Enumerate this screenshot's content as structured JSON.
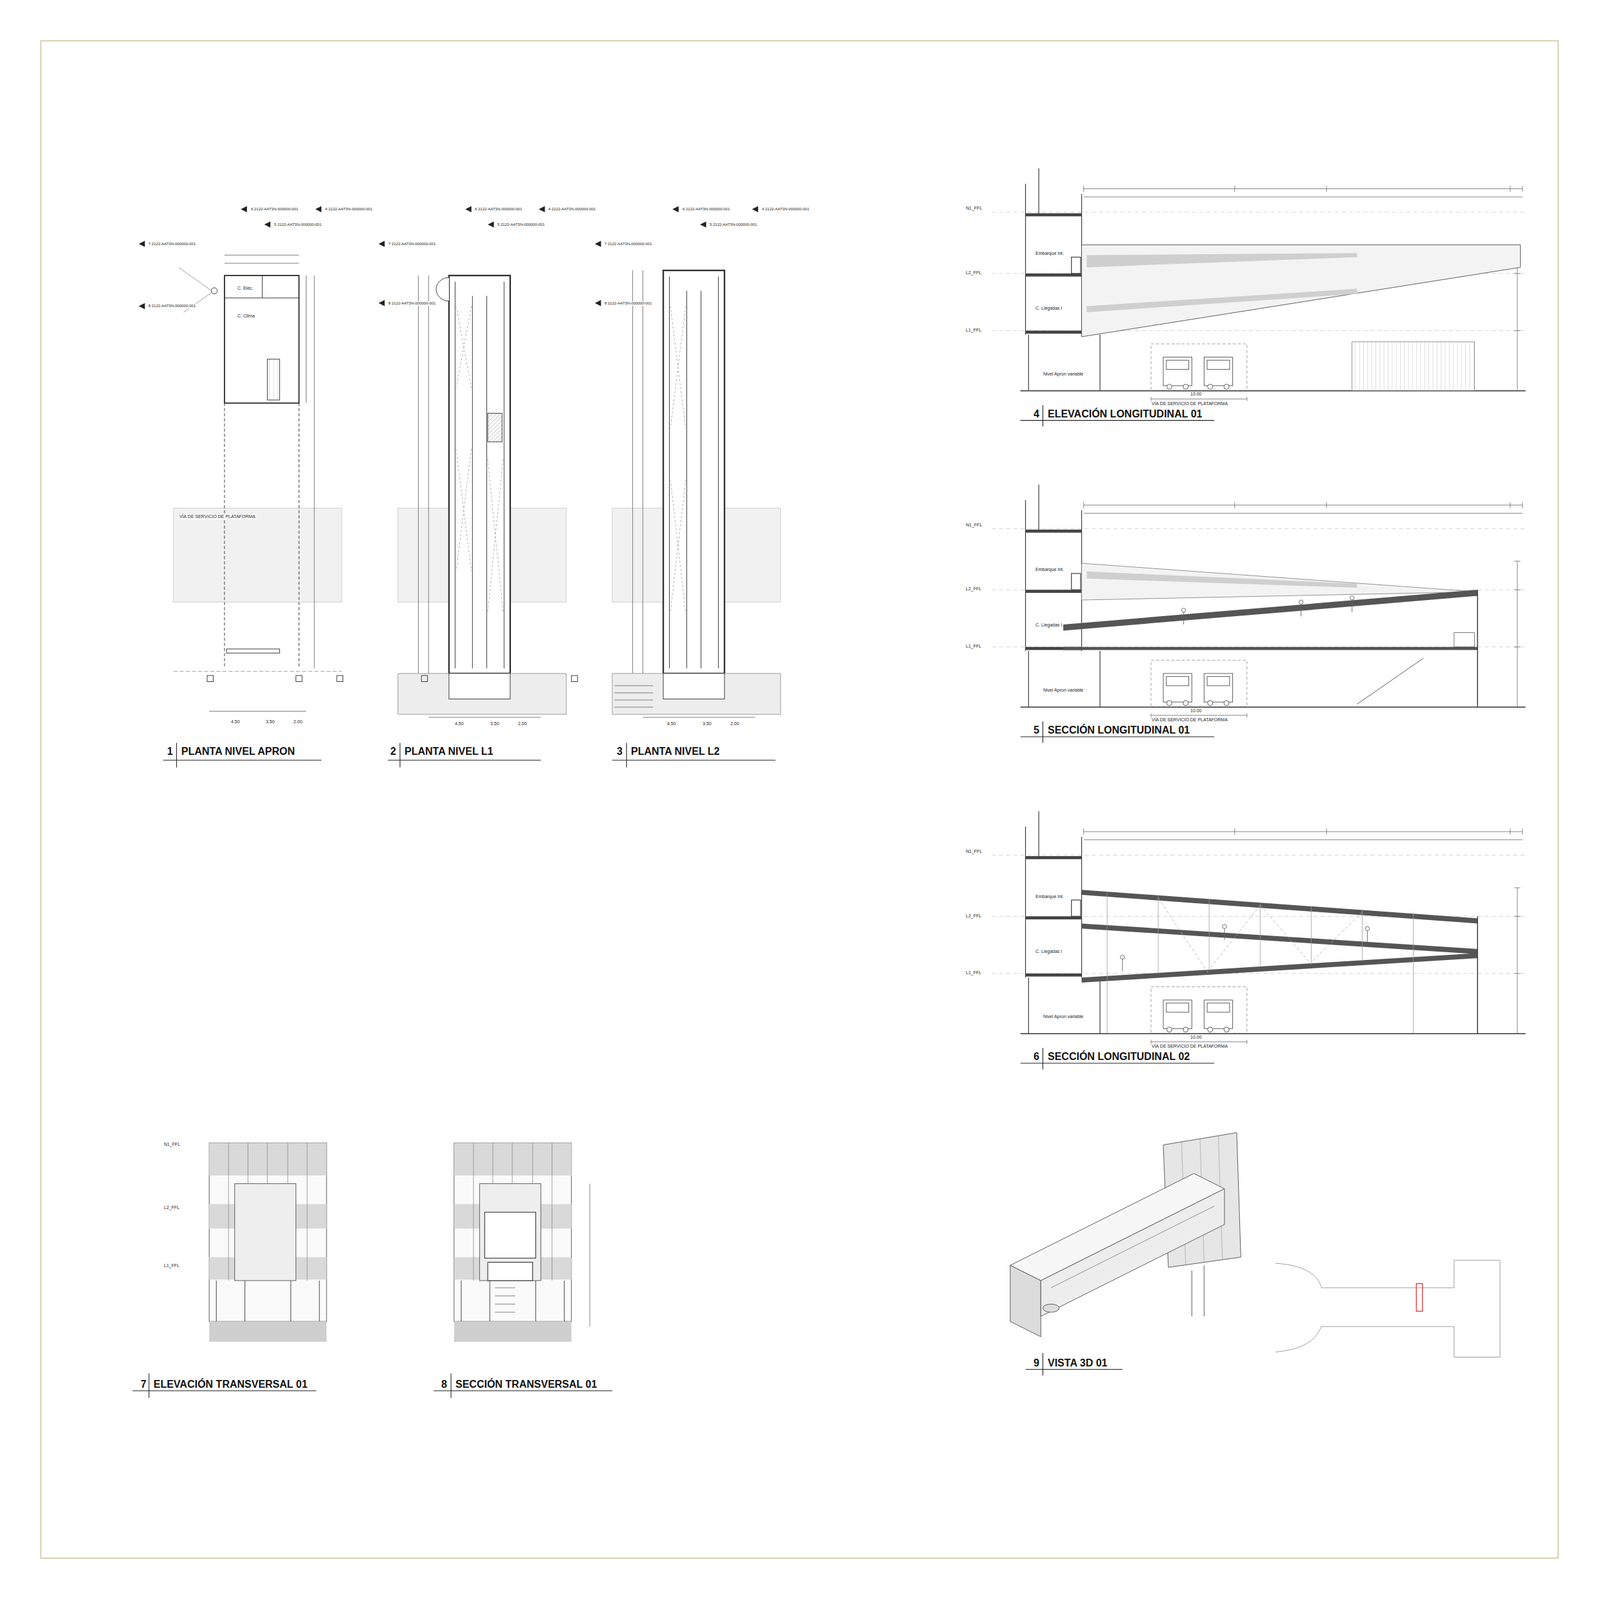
{
  "diagram": {
    "labels": [
      "6 2122-AAT3N-000000-001",
      "4 2122-AAT3N-000000-001",
      "5 2122-AAT3N-000000-001",
      "7 2122-AAT3N-000000-001",
      "8 2122-AAT3N-000000-001",
      "6 2122-AAT3N-000000-001",
      "4 2122-AAT3N-000000-001",
      "5 2122-AAT3N-000000-001",
      "7 2122-AAT3N-000000-001",
      "8 2122-AAT3N-000000-001",
      "6 2122-AAT3N-000000-001",
      "4 2122-AAT3N-000000-001",
      "5 2122-AAT3N-000000-001",
      "7 2122-AAT3N-000000-001",
      "8 2122-AAT3N-000000-001",
      "C. Elec.",
      "C. Clima",
      "VÍA DE SERVICIO DE PLATAFORMA",
      "4.50",
      "3.50",
      "2.00",
      "4.50",
      "3.50",
      "2.00",
      "4.50",
      "3.50",
      "2.00",
      "1",
      "PLANTA NIVEL APRON",
      "2",
      "PLANTA NIVEL L1",
      "3",
      "PLANTA NIVEL L2",
      "N1_FFL",
      "L2_FFL",
      "L1_FFL",
      "Embarque Int.",
      "C. Llegadas I",
      "Nivel Apron variable",
      "10.00",
      "VÍA DE SERVICIO DE PLATAFORMA",
      "4",
      "ELEVACIÓN LONGITUDINAL 01",
      "N1_FFL",
      "L2_FFL",
      "L1_FFL",
      "Embarque Int.",
      "C. Llegadas I",
      "Nivel Apron variable",
      "10.00",
      "VÍA DE SERVICIO DE PLATAFORMA",
      "5",
      "SECCIÓN LONGITUDINAL 01",
      "N1_FFL",
      "L2_FFL",
      "L1_FFL",
      "Embarque Int.",
      "C. Llegadas I",
      "Nivel Apron variable",
      "10.00",
      "VÍA DE SERVICIO DE PLATAFORMA",
      "6",
      "SECCIÓN LONGITUDINAL 02",
      "N1_FFL",
      "L2_FFL",
      "L1_FFL",
      "7",
      "ELEVACIÓN TRANSVERSAL 01",
      "8",
      "SECCIÓN TRANSVERSAL 01",
      "9",
      "VISTA 3D 01"
    ]
  }
}
